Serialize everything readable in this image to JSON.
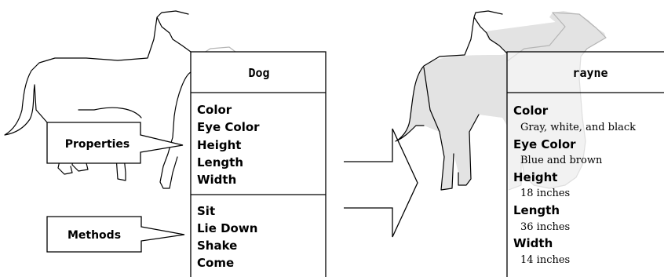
{
  "class_box": {
    "title": "Dog",
    "properties": [
      "Color",
      "Eye Color",
      "Height",
      "Length",
      "Width"
    ],
    "methods": [
      "Sit",
      "Lie Down",
      "Shake",
      "Come"
    ]
  },
  "callouts": {
    "properties_label": "Properties",
    "methods_label": "Methods"
  },
  "instance_box": {
    "title": "rayne",
    "attributes": [
      {
        "name": "Color",
        "value": "Gray, white, and black"
      },
      {
        "name": "Eye Color",
        "value": "Blue and brown"
      },
      {
        "name": "Height",
        "value": "18 inches"
      },
      {
        "name": "Length",
        "value": "36 inches"
      },
      {
        "name": "Width",
        "value": "14 inches"
      }
    ]
  },
  "colors": {
    "line": "#000000",
    "dog_fill_instance": "#e3e3e3",
    "dog_hidden_line": "#b5b5b5"
  }
}
